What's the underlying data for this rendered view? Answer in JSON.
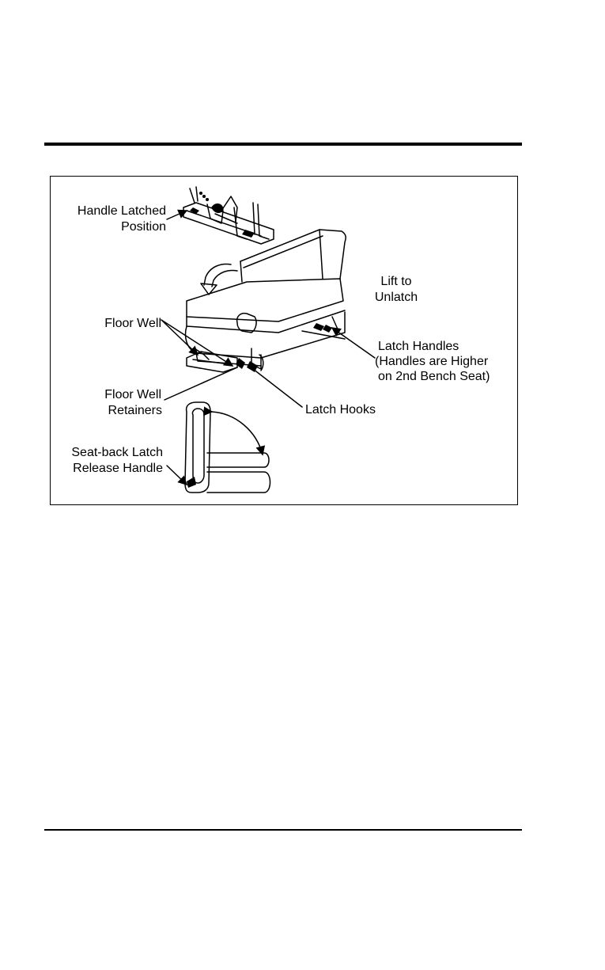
{
  "figure": {
    "labels": {
      "handle_latched_line1": "Handle Latched",
      "handle_latched_line2": "Position",
      "lift_line1": "Lift to",
      "lift_line2": "Unlatch",
      "floor_well": "Floor Well",
      "latch_handles_line1": "Latch Handles",
      "latch_handles_line2": "(Handles are Higher",
      "latch_handles_line3": "on 2nd Bench Seat)",
      "floor_well_retainers_line1": "Floor Well",
      "floor_well_retainers_line2": "Retainers",
      "latch_hooks": "Latch Hooks",
      "seatback_latch_line1": "Seat-back Latch",
      "seatback_latch_line2": "Release Handle"
    },
    "icons": {
      "bench_seat": "bench-seat-illustration",
      "latch_detail": "handle-latch-detail-illustration",
      "seat_side_view": "seat-side-view-illustration"
    }
  }
}
